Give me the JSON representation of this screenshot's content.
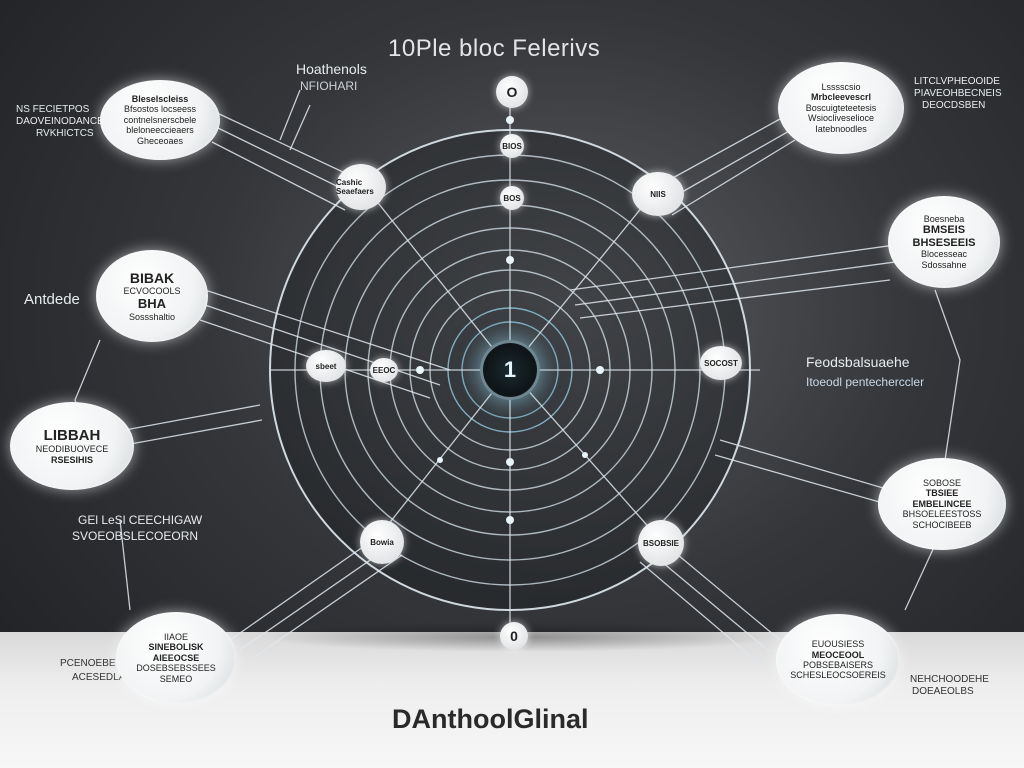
{
  "title": "10Ple bloc Felerivs",
  "footer": "DAnthoolGlinal",
  "hub_label": "1",
  "top_center_node_label": "O",
  "bottom_center_node_label": "0",
  "labels": {
    "top_left_heading": "Hoathenols",
    "top_left_sub": "NFIOHARI",
    "left_side": "Antdede",
    "right_mid_1": "Feodsbalsuaehe",
    "right_mid_2": "Itoeodl pentecherccler",
    "left_mid_1": "GEl LeSl CEECHIGAW",
    "left_mid_2": "SVOEOBSLECOEORN",
    "far_left_top_1": "NS FECIETPOS",
    "far_left_top_2": "DAOVEINODANCETE",
    "far_left_top_3": "RVKHICTCS",
    "far_right_top_1": "LITCLVPHEOOIDE",
    "far_right_top_2": "PIAVEOHBECNEIS",
    "far_right_top_3": "DEOCDSBEN",
    "bottom_left_side_1": "PCENOEBETOEOTS",
    "bottom_left_side_2": "ACESEDLASES",
    "bottom_right_side_1": "NEHCHOODEHE",
    "bottom_right_side_2": "DOEAEOLBS"
  },
  "nodes": {
    "top_left": [
      "Bleselscleiss",
      "Bfsostos locseess",
      "contnelsnerscbele",
      "bleloneeccieaers",
      "Gheceoaes"
    ],
    "top_right": [
      "Lsssscsio",
      "Mrbcleevescrl",
      "Boscuigteteetesis",
      "Wsiocliveselioce",
      "Iatebnoodles"
    ],
    "mid_left": [
      "BIBAK",
      "ECVOCOOLS",
      "BHA",
      "Sossshaltio"
    ],
    "mid_right": [
      "Boesneba",
      "BMSEIS",
      "BHSESEEIS",
      "Blocesseac",
      "Sdossahne"
    ],
    "left": [
      "LIBBAH",
      "NEODIBUOVECE",
      "RSESIHIS"
    ],
    "right_lower": [
      "SOBOSE",
      "TBSIEE",
      "EMBELINCEE",
      "BHSOELEESTOSS",
      "SCHOCIBEEB"
    ],
    "bottom_left": [
      "IIAOE",
      "SINEBOLISK",
      "AIEEOCSE",
      "DOSEBSEBSSEES",
      "SEMEO"
    ],
    "bottom_right": [
      "EUOUSIESS",
      "MEOCEOOL",
      "POBSEBAISERS",
      "SCHESLEOCSOEREIS"
    ]
  },
  "small_nodes": {
    "upper_left": "Cashic Seaefaers",
    "upper_right": "NIIS",
    "mid_left_a": "sbeet",
    "mid_left_b": "EEOC",
    "mid_right": "SOCOST",
    "lower_left": "Bowia",
    "lower_right": "BSOBSIE",
    "top_stem": "BIOS",
    "top_stem_2": "BOS"
  },
  "colors": {
    "background_center": "#5a5c60",
    "background_edge": "#1d1e21",
    "wire": "#d8e6ee",
    "accent_cyan": "#9fdcf5",
    "node_fill": "#f1f3f4"
  }
}
